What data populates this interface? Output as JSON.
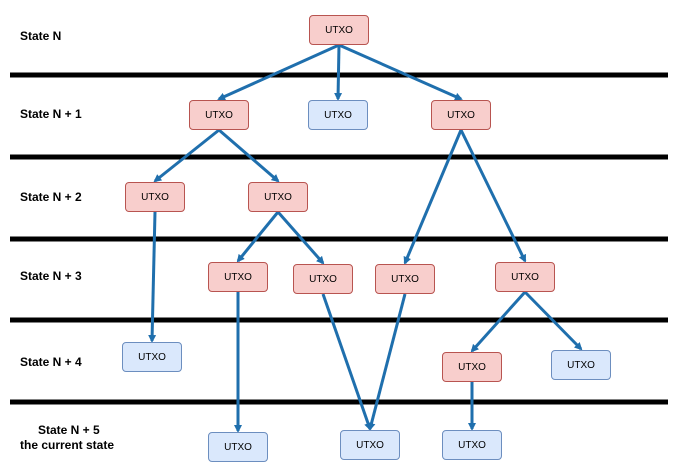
{
  "states": [
    {
      "label": "State N"
    },
    {
      "label": "State N + 1"
    },
    {
      "label": "State N + 2"
    },
    {
      "label": "State N + 3"
    },
    {
      "label": "State N + 4"
    },
    {
      "label": "State N + 5",
      "label2": "the current state"
    }
  ],
  "nodes": [
    {
      "id": "n0",
      "label": "UTXO",
      "kind": "spent"
    },
    {
      "id": "a1",
      "label": "UTXO",
      "kind": "spent"
    },
    {
      "id": "b1",
      "label": "UTXO",
      "kind": "unspent"
    },
    {
      "id": "c1",
      "label": "UTXO",
      "kind": "spent"
    },
    {
      "id": "a2",
      "label": "UTXO",
      "kind": "spent"
    },
    {
      "id": "b2",
      "label": "UTXO",
      "kind": "spent"
    },
    {
      "id": "a3",
      "label": "UTXO",
      "kind": "spent"
    },
    {
      "id": "b3",
      "label": "UTXO",
      "kind": "spent"
    },
    {
      "id": "c3",
      "label": "UTXO",
      "kind": "spent"
    },
    {
      "id": "d3",
      "label": "UTXO",
      "kind": "spent"
    },
    {
      "id": "a4",
      "label": "UTXO",
      "kind": "unspent"
    },
    {
      "id": "b4",
      "label": "UTXO",
      "kind": "spent"
    },
    {
      "id": "c4",
      "label": "UTXO",
      "kind": "unspent"
    },
    {
      "id": "a5",
      "label": "UTXO",
      "kind": "unspent"
    },
    {
      "id": "b5",
      "label": "UTXO",
      "kind": "unspent"
    },
    {
      "id": "c5",
      "label": "UTXO",
      "kind": "unspent"
    }
  ],
  "edges": [
    [
      "n0",
      "a1"
    ],
    [
      "n0",
      "b1"
    ],
    [
      "n0",
      "c1"
    ],
    [
      "a1",
      "a2"
    ],
    [
      "a1",
      "b2"
    ],
    [
      "c1",
      "c3"
    ],
    [
      "c1",
      "d3"
    ],
    [
      "a2",
      "a4"
    ],
    [
      "b2",
      "a3"
    ],
    [
      "b2",
      "b3"
    ],
    [
      "d3",
      "b4"
    ],
    [
      "d3",
      "c4"
    ],
    [
      "a3",
      "a5"
    ],
    [
      "b3",
      "b5"
    ],
    [
      "c3",
      "b5"
    ],
    [
      "b4",
      "c5"
    ]
  ],
  "colors": {
    "spent_fill": "#f8cecc",
    "spent_border": "#b85450",
    "unspent_fill": "#dae8fc",
    "unspent_border": "#6c8ebf",
    "arrow": "#1f6fad",
    "divider": "#000000"
  }
}
